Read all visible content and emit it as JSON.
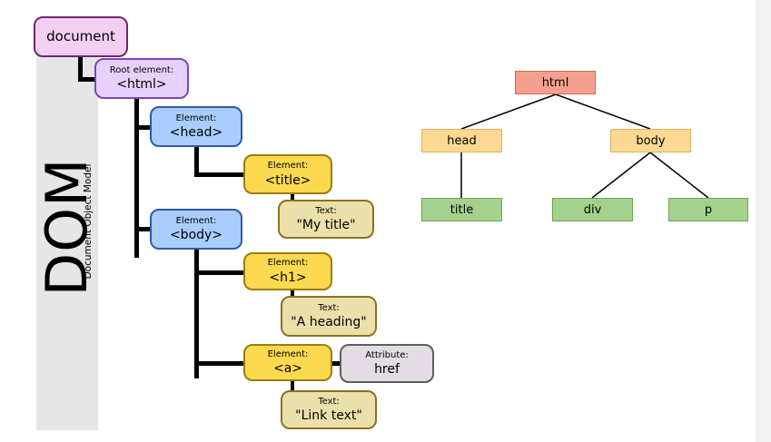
{
  "dom_panel": {
    "title": "DOM",
    "subtitle": "Document Object Model",
    "nodes": {
      "document": {
        "label": "document"
      },
      "html": {
        "kind": "Root element:",
        "label": "<html>"
      },
      "head": {
        "kind": "Element:",
        "label": "<head>"
      },
      "title": {
        "kind": "Element:",
        "label": "<title>"
      },
      "title_text": {
        "kind": "Text:",
        "label": "\"My title\""
      },
      "body": {
        "kind": "Element:",
        "label": "<body>"
      },
      "h1": {
        "kind": "Element:",
        "label": "<h1>"
      },
      "h1_text": {
        "kind": "Text:",
        "label": "\"A heading\""
      },
      "a": {
        "kind": "Element:",
        "label": "<a>"
      },
      "a_attr": {
        "kind": "Attribute:",
        "label": "href"
      },
      "a_text": {
        "kind": "Text:",
        "label": "\"Link text\""
      }
    },
    "colors": {
      "document": "#f4cff4",
      "root": "#e7d0fb",
      "element_blue": "#a9cdfc",
      "element_yellow": "#fcd94e",
      "text": "#ece0aa",
      "attribute": "#e4dce4"
    }
  },
  "simple_tree": {
    "nodes": {
      "html": "html",
      "head": "head",
      "body": "body",
      "title": "title",
      "div": "div",
      "p": "p"
    },
    "edges": [
      [
        "html",
        "head"
      ],
      [
        "html",
        "body"
      ],
      [
        "head",
        "title"
      ],
      [
        "body",
        "div"
      ],
      [
        "body",
        "p"
      ]
    ],
    "colors": {
      "root": "#f5a08f",
      "inner": "#fcd892",
      "leaf": "#a4d18d"
    }
  }
}
